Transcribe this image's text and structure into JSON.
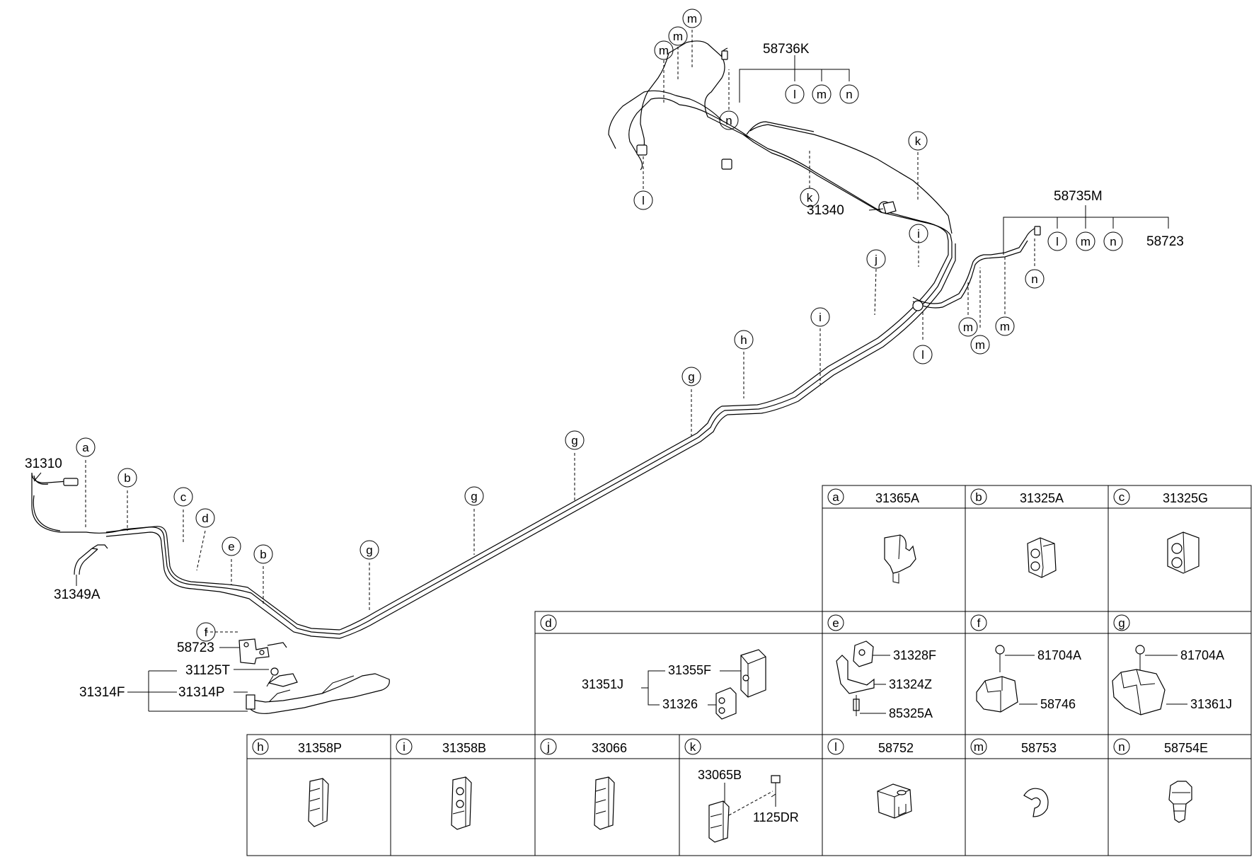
{
  "callouts": {
    "a": "a",
    "b": "b",
    "c": "c",
    "d": "d",
    "e": "e",
    "f": "f",
    "g": "g",
    "h": "h",
    "i": "i",
    "j": "j",
    "k": "k",
    "l": "l",
    "m": "m",
    "n": "n"
  },
  "main_labels": {
    "p31310": "31310",
    "p31349A": "31349A",
    "p58723_left": "58723",
    "p31125T": "31125T",
    "p31314F": "31314F",
    "p31314P": "31314P",
    "p58736K": "58736K",
    "p31340": "31340",
    "p58735M": "58735M",
    "p58723_right": "58723"
  },
  "legend_row1": [
    {
      "letter": "a",
      "part": "31365A"
    },
    {
      "letter": "b",
      "part": "31325A"
    },
    {
      "letter": "c",
      "part": "31325G"
    }
  ],
  "legend_row2": {
    "d": {
      "letter": "d",
      "assembly": "31351J",
      "parts": [
        "31355F",
        "31326"
      ]
    },
    "e": {
      "letter": "e",
      "parts": [
        "31328F",
        "31324Z",
        "85325A"
      ]
    },
    "f": {
      "letter": "f",
      "parts": [
        "81704A",
        "58746"
      ]
    },
    "g": {
      "letter": "g",
      "parts": [
        "81704A",
        "31361J"
      ]
    }
  },
  "legend_row3": [
    {
      "letter": "h",
      "part": "31358P"
    },
    {
      "letter": "i",
      "part": "31358B"
    },
    {
      "letter": "j",
      "part": "33066"
    },
    {
      "letter": "k",
      "part": "",
      "parts": [
        "33065B",
        "1125DR"
      ]
    },
    {
      "letter": "l",
      "part": "58752"
    },
    {
      "letter": "m",
      "part": "58753"
    },
    {
      "letter": "n",
      "part": "58754E"
    }
  ]
}
